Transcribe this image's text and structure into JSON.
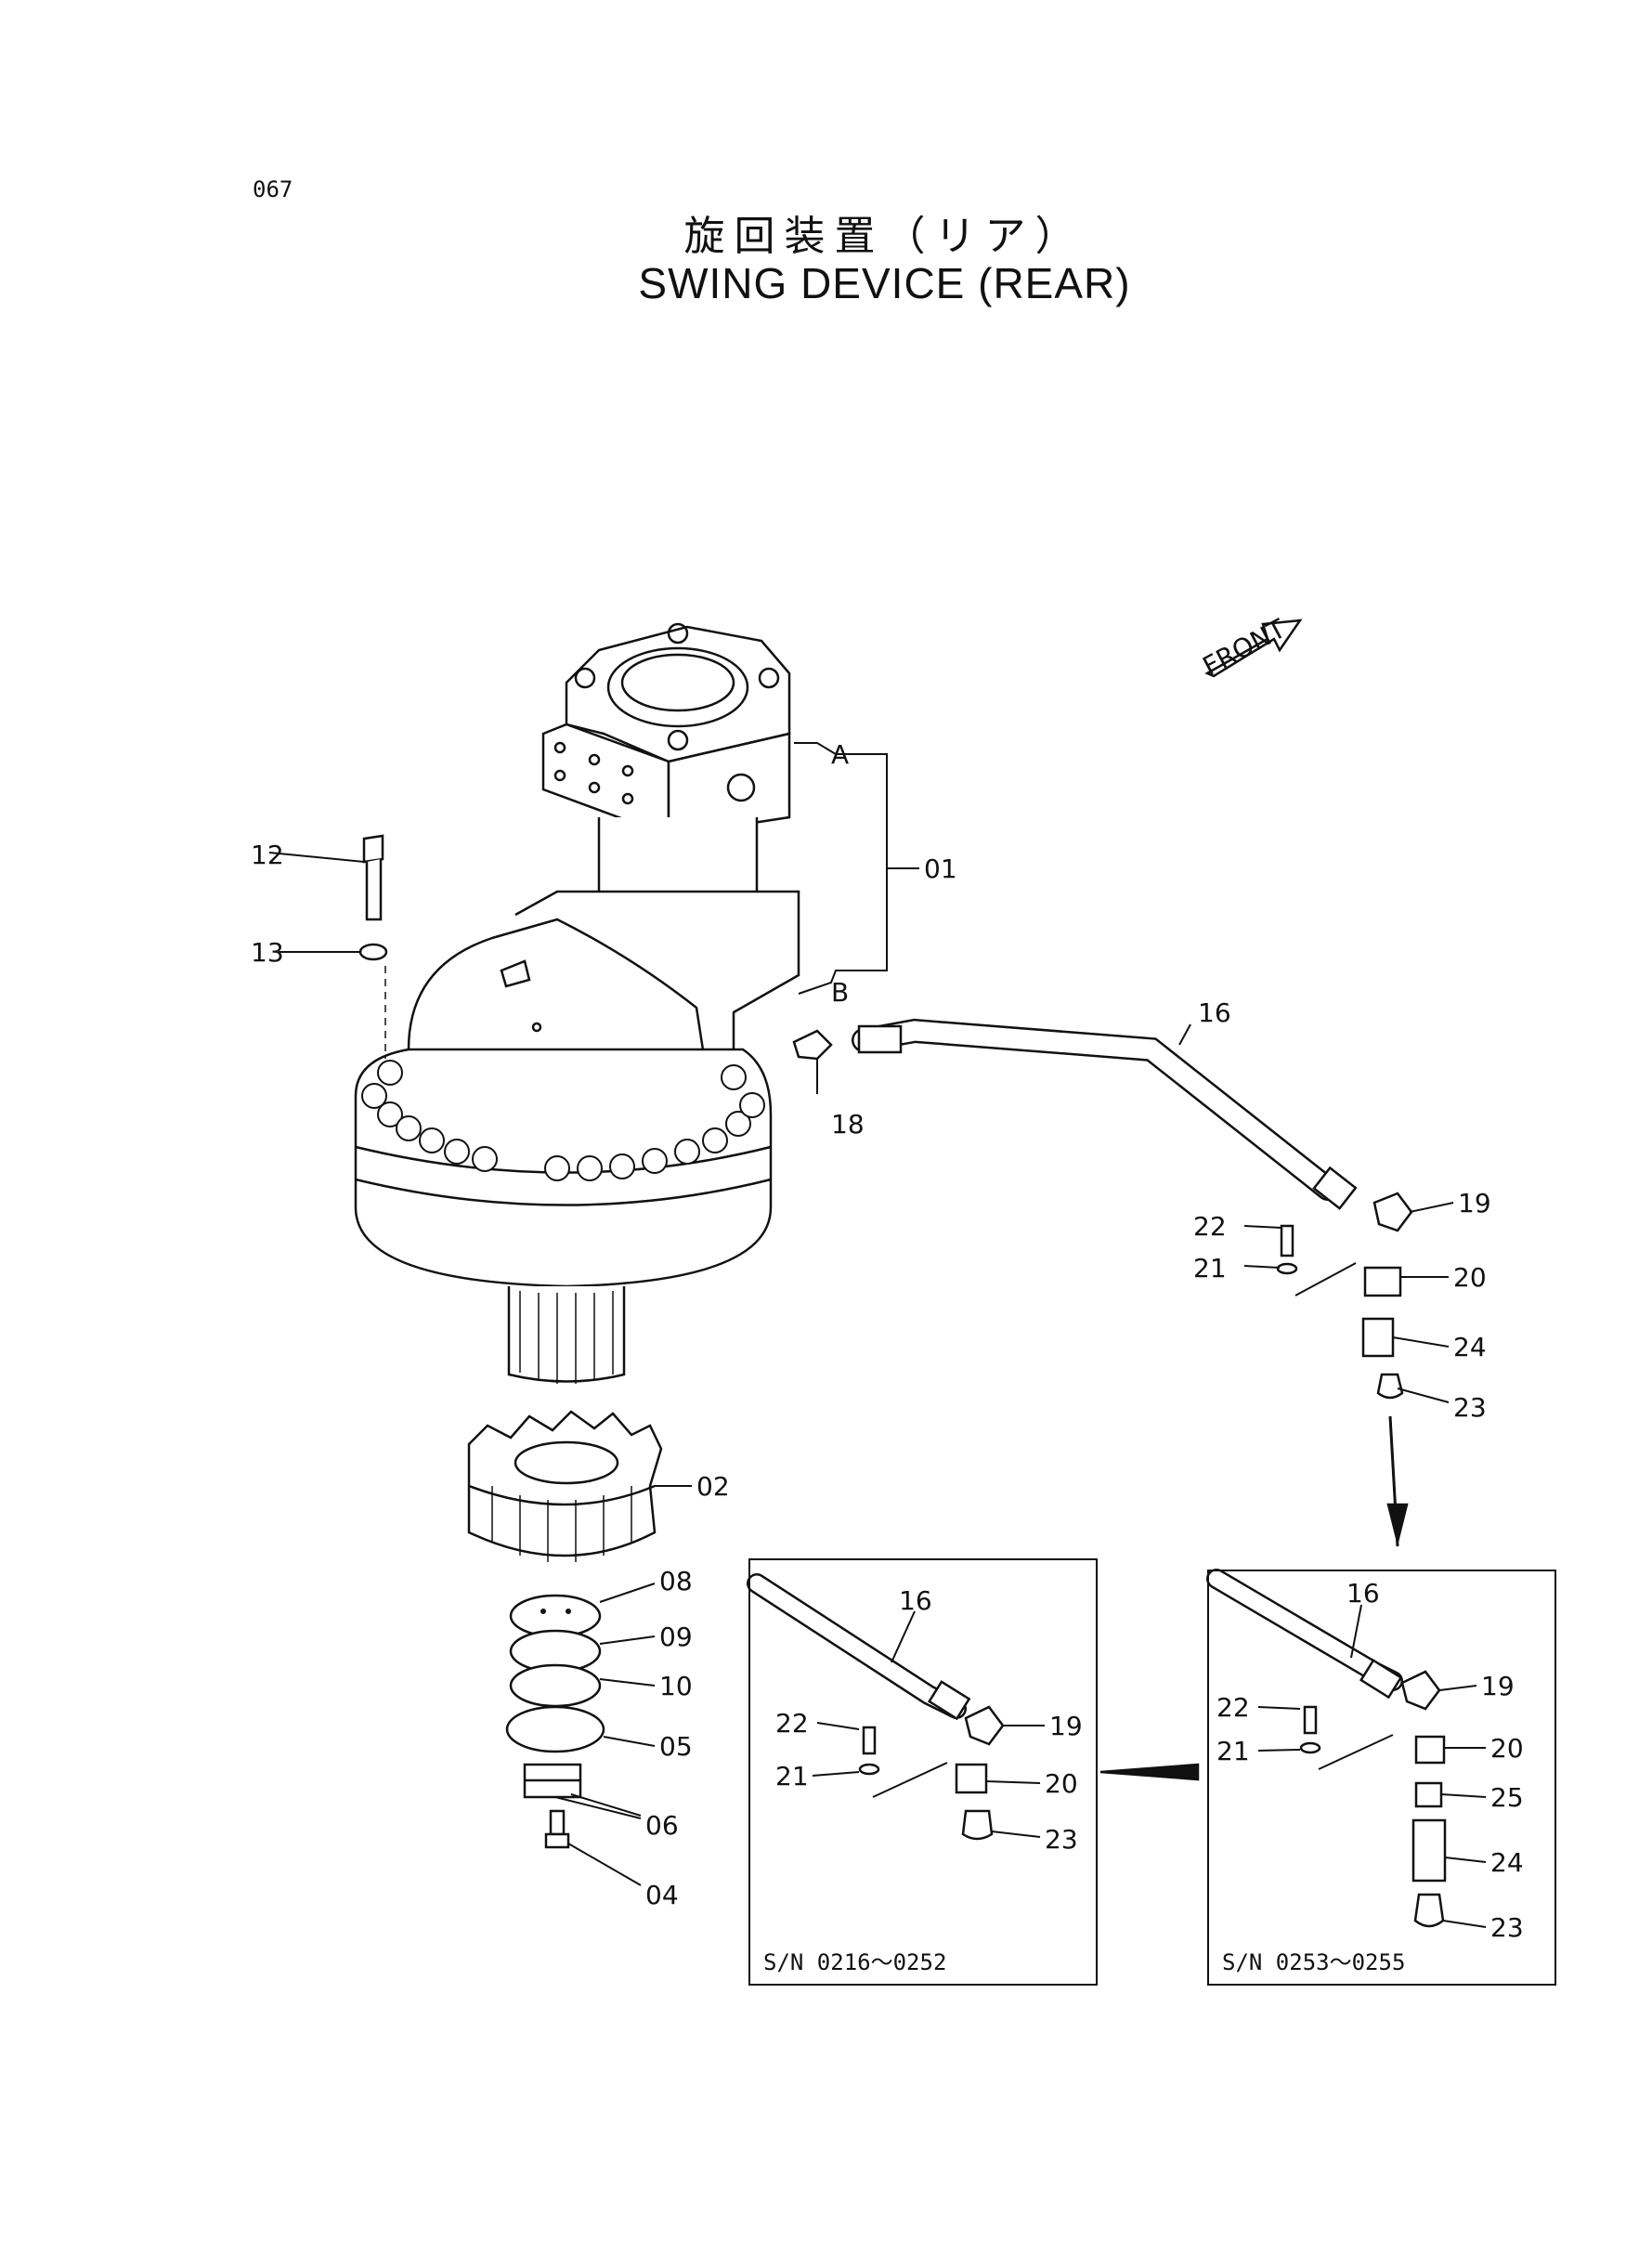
{
  "page_number": "067",
  "title_jp": "旋回装置（リア）",
  "title_en": "SWING DEVICE (REAR)",
  "front_label": "FRONT",
  "part_labels": {
    "p01": "01",
    "pA": "A",
    "pB": "B",
    "p02": "02",
    "p04": "04",
    "p05": "05",
    "p06": "06",
    "p08": "08",
    "p09": "09",
    "p10": "10",
    "p12": "12",
    "p13": "13",
    "p16": "16",
    "p18": "18",
    "p19": "19",
    "p20": "20",
    "p21": "21",
    "p22": "22",
    "p23": "23",
    "p24": "24",
    "p25": "25"
  },
  "insets": [
    {
      "serial": "S/N 0216～0252"
    },
    {
      "serial": "S/N 0253～0255"
    }
  ],
  "colors": {
    "line": "#111111",
    "background": "#ffffff"
  }
}
